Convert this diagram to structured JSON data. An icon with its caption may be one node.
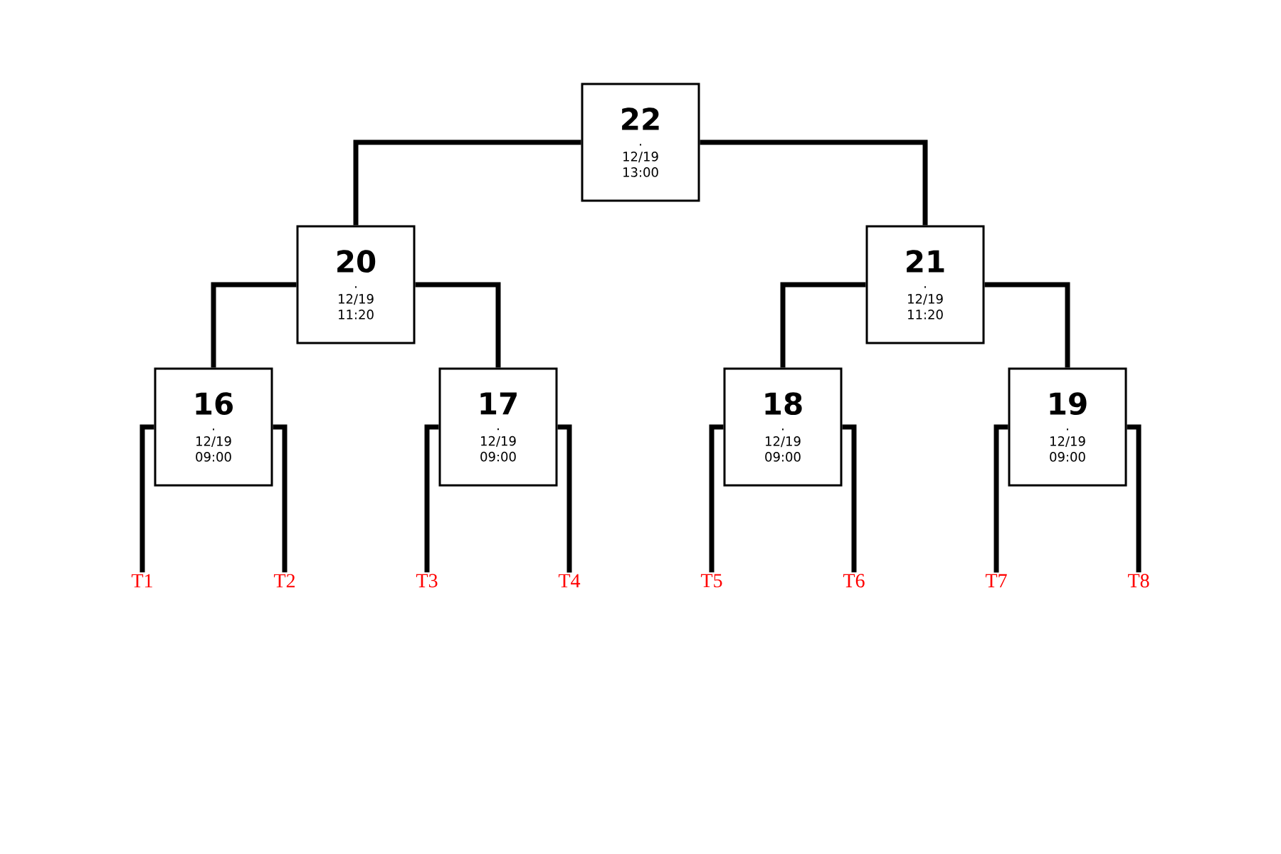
{
  "diagram": {
    "nodes": [
      {
        "text": [
          "22",
          ".",
          "12/19",
          "13:00"
        ]
      },
      {
        "text": [
          "20",
          ".",
          "12/19",
          "11:20"
        ]
      },
      {
        "text": [
          "21",
          ".",
          "12/19",
          "11:20"
        ]
      },
      {
        "text": [
          "16",
          ".",
          "12/19",
          "09:00"
        ]
      },
      {
        "text": [
          "17",
          ".",
          "12/19",
          "09:00"
        ]
      },
      {
        "text": [
          "18",
          ".",
          "12/19",
          "09:00"
        ]
      },
      {
        "text": [
          "19",
          ".",
          "12/19",
          "09:00"
        ]
      },
      {
        "text": [
          "T1"
        ]
      },
      {
        "text": [
          "T2"
        ]
      },
      {
        "text": [
          "T3"
        ]
      },
      {
        "text": [
          "T4"
        ]
      },
      {
        "text": [
          "T5"
        ]
      },
      {
        "text": [
          "T6"
        ]
      },
      {
        "text": [
          "T7"
        ]
      },
      {
        "text": [
          "T8"
        ]
      }
    ],
    "edges": [
      {
        "from": 1,
        "to": 0,
        "arrow": "none"
      },
      {
        "from": 2,
        "to": 0,
        "arrow": "none"
      },
      {
        "from": 3,
        "to": 1,
        "arrow": "none"
      },
      {
        "from": 4,
        "to": 1,
        "arrow": "none"
      },
      {
        "from": 5,
        "to": 2,
        "arrow": "none"
      },
      {
        "from": 6,
        "to": 2,
        "arrow": "none"
      },
      {
        "from": 7,
        "to": 3,
        "arrow": "none"
      },
      {
        "from": 8,
        "to": 3,
        "arrow": "none"
      },
      {
        "from": 9,
        "to": 4,
        "arrow": "none"
      },
      {
        "from": 10,
        "to": 4,
        "arrow": "none"
      },
      {
        "from": 11,
        "to": 5,
        "arrow": "none"
      },
      {
        "from": 12,
        "to": 5,
        "arrow": "none"
      },
      {
        "from": 13,
        "to": 6,
        "arrow": "none"
      },
      {
        "from": 14,
        "to": 6,
        "arrow": "none"
      }
    ]
  }
}
